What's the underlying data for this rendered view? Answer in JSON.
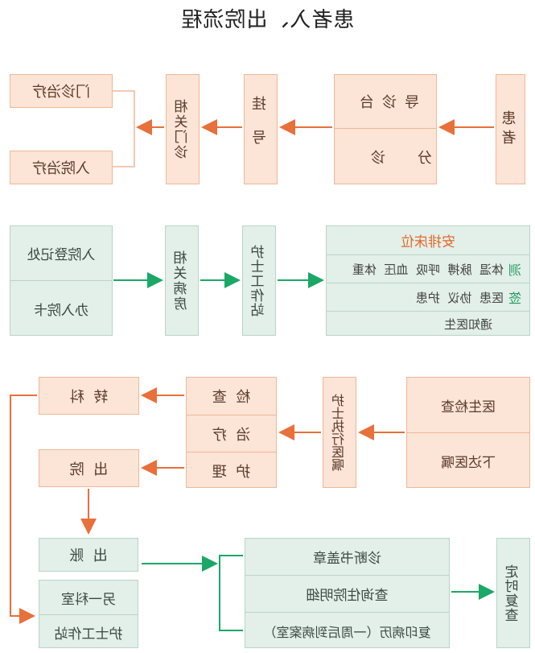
{
  "title": "患者入、出院流程",
  "row1": {
    "patient": "患者",
    "reception_top": "导诊台",
    "reception_bottom": "分诊",
    "register": "挂号",
    "clinic": "相关门诊",
    "outpatient": "门诊治疗",
    "inpatient": "入院治疗"
  },
  "row2": {
    "admit_office": "入院登记处",
    "admit_card": "办入院卡",
    "ward": "相关病房",
    "nurse_station": "护士工作站",
    "bed": "安排床位",
    "measure_label": "测",
    "measure_items": "体温  脉搏  呼吸  血压  体重",
    "sign_label": "签",
    "sign_items": "医患  协议  护患",
    "notify": "通知医生"
  },
  "row3": {
    "doctor_check": "医生检查",
    "doctor_order": "下达医嘱",
    "nurse_exec": "护士执行医嘱",
    "check": "检  查",
    "treat": "治  疗",
    "care": "护  理",
    "transfer": "转  科",
    "discharge": "出  院"
  },
  "row4": {
    "settle": "出  账",
    "other_dept": "另一科室",
    "nurse_station2": "护士工作站",
    "stamp": "诊断书盖章",
    "query": "查询住院明细",
    "copy": "复印病历（一周后到病案室）",
    "revisit": "定时复查"
  },
  "colors": {
    "orange_fill": "#fce4d6",
    "orange_border": "#f0b896",
    "orange_arrow": "#e8703a",
    "green_fill": "#e3efe9",
    "green_border": "#b7d6c6",
    "green_arrow": "#1aa866"
  }
}
